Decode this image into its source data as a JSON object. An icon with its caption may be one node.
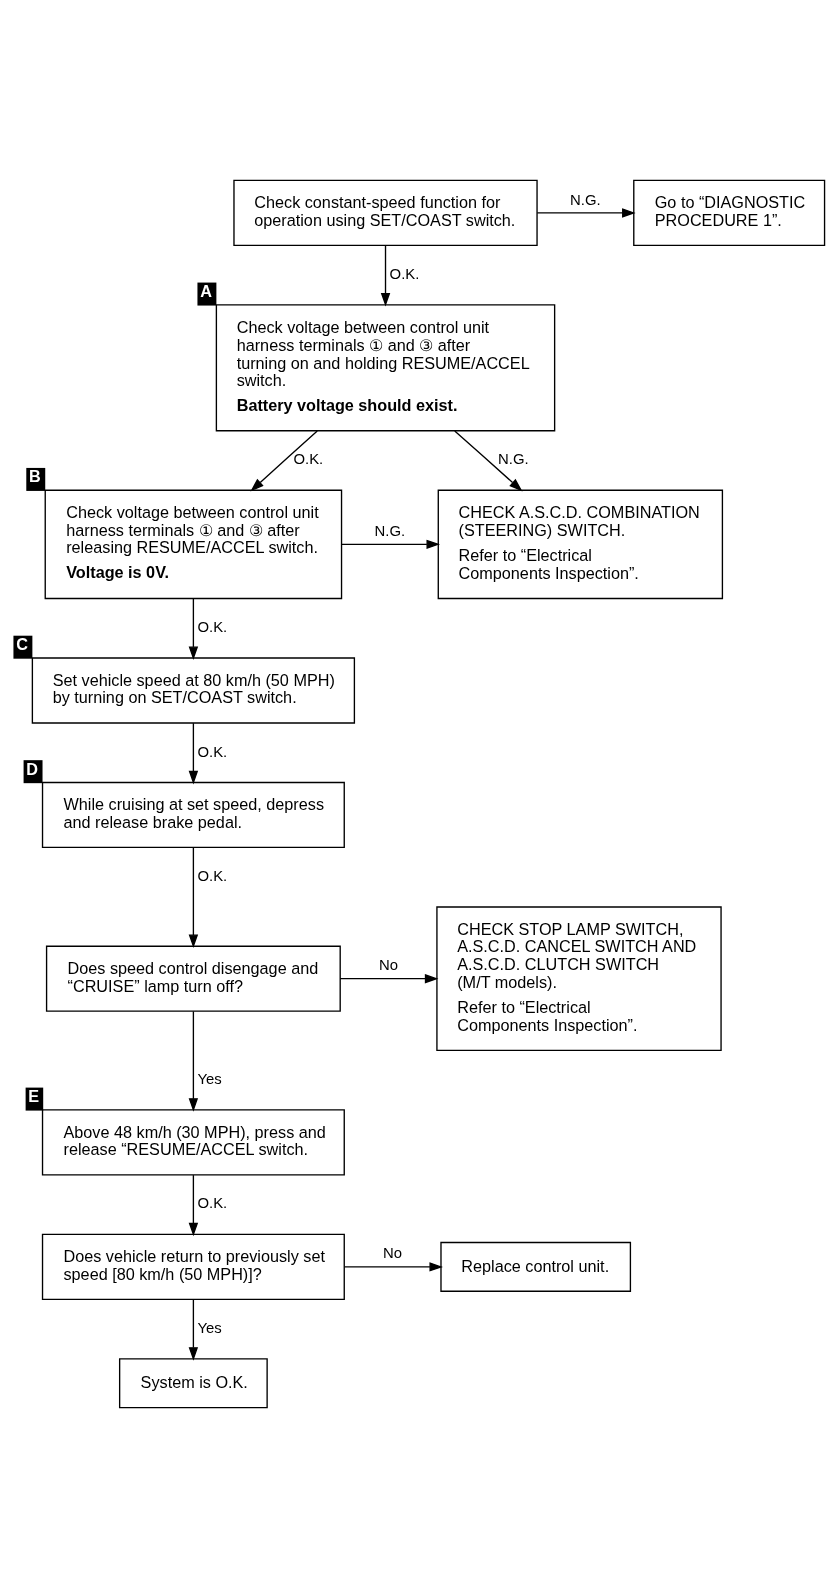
{
  "diagram": {
    "nodes": [
      {
        "text": [
          "Check constant-speed function for operation using SET/COAST switch."
        ]
      },
      {
        "text": [
          "Go to “DIAGNOSTIC PROCEDURE 1”."
        ]
      },
      {
        "text": [
          "Check voltage between control unit harness terminals ① and ③ after turning on and holding RESUME/ACCEL switch.",
          "Battery voltage should exist."
        ],
        "beside": [
          "A"
        ]
      },
      {
        "text": [
          "Check voltage between control unit harness terminals ① and ③ after releasing RESUME/ACCEL switch.",
          "Voltage is 0V."
        ],
        "beside": [
          "B"
        ]
      },
      {
        "text": [
          "CHECK A.S.C.D. COMBINATION (STEERING) SWITCH.",
          "Refer to “Electrical Components Inspection”."
        ]
      },
      {
        "text": [
          "Set vehicle speed at 80 km/h (50 MPH) by turning on SET/COAST switch."
        ],
        "beside": [
          "C"
        ]
      },
      {
        "text": [
          "While cruising at set speed, depress and release brake pedal."
        ],
        "beside": [
          "D"
        ]
      },
      {
        "text": [
          "Does speed control disengage and “CRUISE” lamp turn off?"
        ]
      },
      {
        "text": [
          "CHECK STOP LAMP SWITCH, A.S.C.D. CANCEL SWITCH AND A.S.C.D. CLUTCH SWITCH (M/T models).",
          "Refer to “Electrical Components Inspection”."
        ]
      },
      {
        "text": [
          "Above 48 km/h (30 MPH), press and release “RESUME/ACCEL switch."
        ],
        "beside": [
          "E"
        ]
      },
      {
        "text": [
          "Does vehicle return to previously set speed [80 km/h (50 MPH)]?"
        ]
      },
      {
        "text": [
          "Replace control unit."
        ]
      },
      {
        "text": [
          "System is O.K."
        ]
      }
    ],
    "edges": [
      {
        "from": 0,
        "to": 1,
        "arrow": "to",
        "label": "N.G."
      },
      {
        "from": 0,
        "to": 2,
        "arrow": "to",
        "label": "O.K."
      },
      {
        "from": 2,
        "to": 4,
        "arrow": "to",
        "label": "N.G."
      },
      {
        "from": 2,
        "to": 3,
        "arrow": "to",
        "label": "O.K."
      },
      {
        "from": 3,
        "to": 4,
        "arrow": "to",
        "label": "N.G."
      },
      {
        "from": 3,
        "to": 5,
        "arrow": "to",
        "label": "O.K."
      },
      {
        "from": 5,
        "to": 6,
        "arrow": "to",
        "label": "O.K."
      },
      {
        "from": 6,
        "to": 7,
        "arrow": "to",
        "label": "O.K."
      },
      {
        "from": 7,
        "to": 8,
        "arrow": "to",
        "label": "No"
      },
      {
        "from": 7,
        "to": 9,
        "arrow": "to",
        "label": "Yes"
      },
      {
        "from": 9,
        "to": 10,
        "arrow": "to",
        "label": "O.K."
      },
      {
        "from": 10,
        "to": 11,
        "arrow": "to",
        "label": "No"
      },
      {
        "from": 10,
        "to": 12,
        "arrow": "to",
        "label": "Yes"
      }
    ]
  }
}
